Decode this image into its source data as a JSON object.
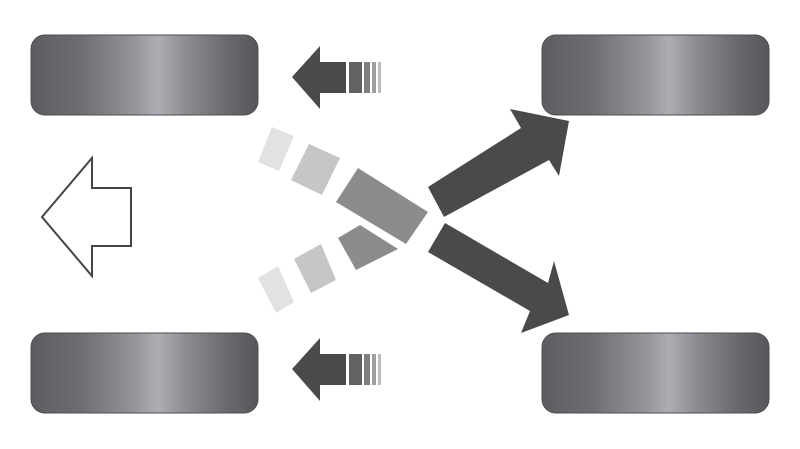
{
  "diagram": {
    "kind": "tire-rotation-pattern",
    "background": "#ffffff",
    "colors": {
      "tire_dark": "#5d5c61",
      "tire_light": "#aeadb3",
      "tire_edge": "#4e4d52",
      "arrow_dark": "#4a4a4a",
      "arrow_mid": "#8c8c8c",
      "arrow_light": "#c6c6c6",
      "arrow_faint": "#e2e2e2",
      "outline": "#444444"
    },
    "tires": [
      {
        "position": "front-left"
      },
      {
        "position": "rear-left"
      },
      {
        "position": "front-right"
      },
      {
        "position": "rear-right"
      }
    ],
    "direction_indicator": {
      "icon": "hollow-left-arrow-icon",
      "meaning": "forward"
    },
    "moves": [
      {
        "from": "rear-right",
        "to": "front-left",
        "style": "straight-dash-arrow"
      },
      {
        "from": "front-right",
        "to": "rear-left",
        "style": "straight-dash-arrow"
      },
      {
        "from": "rear-left",
        "to": "front-right",
        "style": "crossing-fade-arrow"
      },
      {
        "from": "front-left",
        "to": "rear-right",
        "style": "crossing-fade-arrow"
      }
    ]
  }
}
